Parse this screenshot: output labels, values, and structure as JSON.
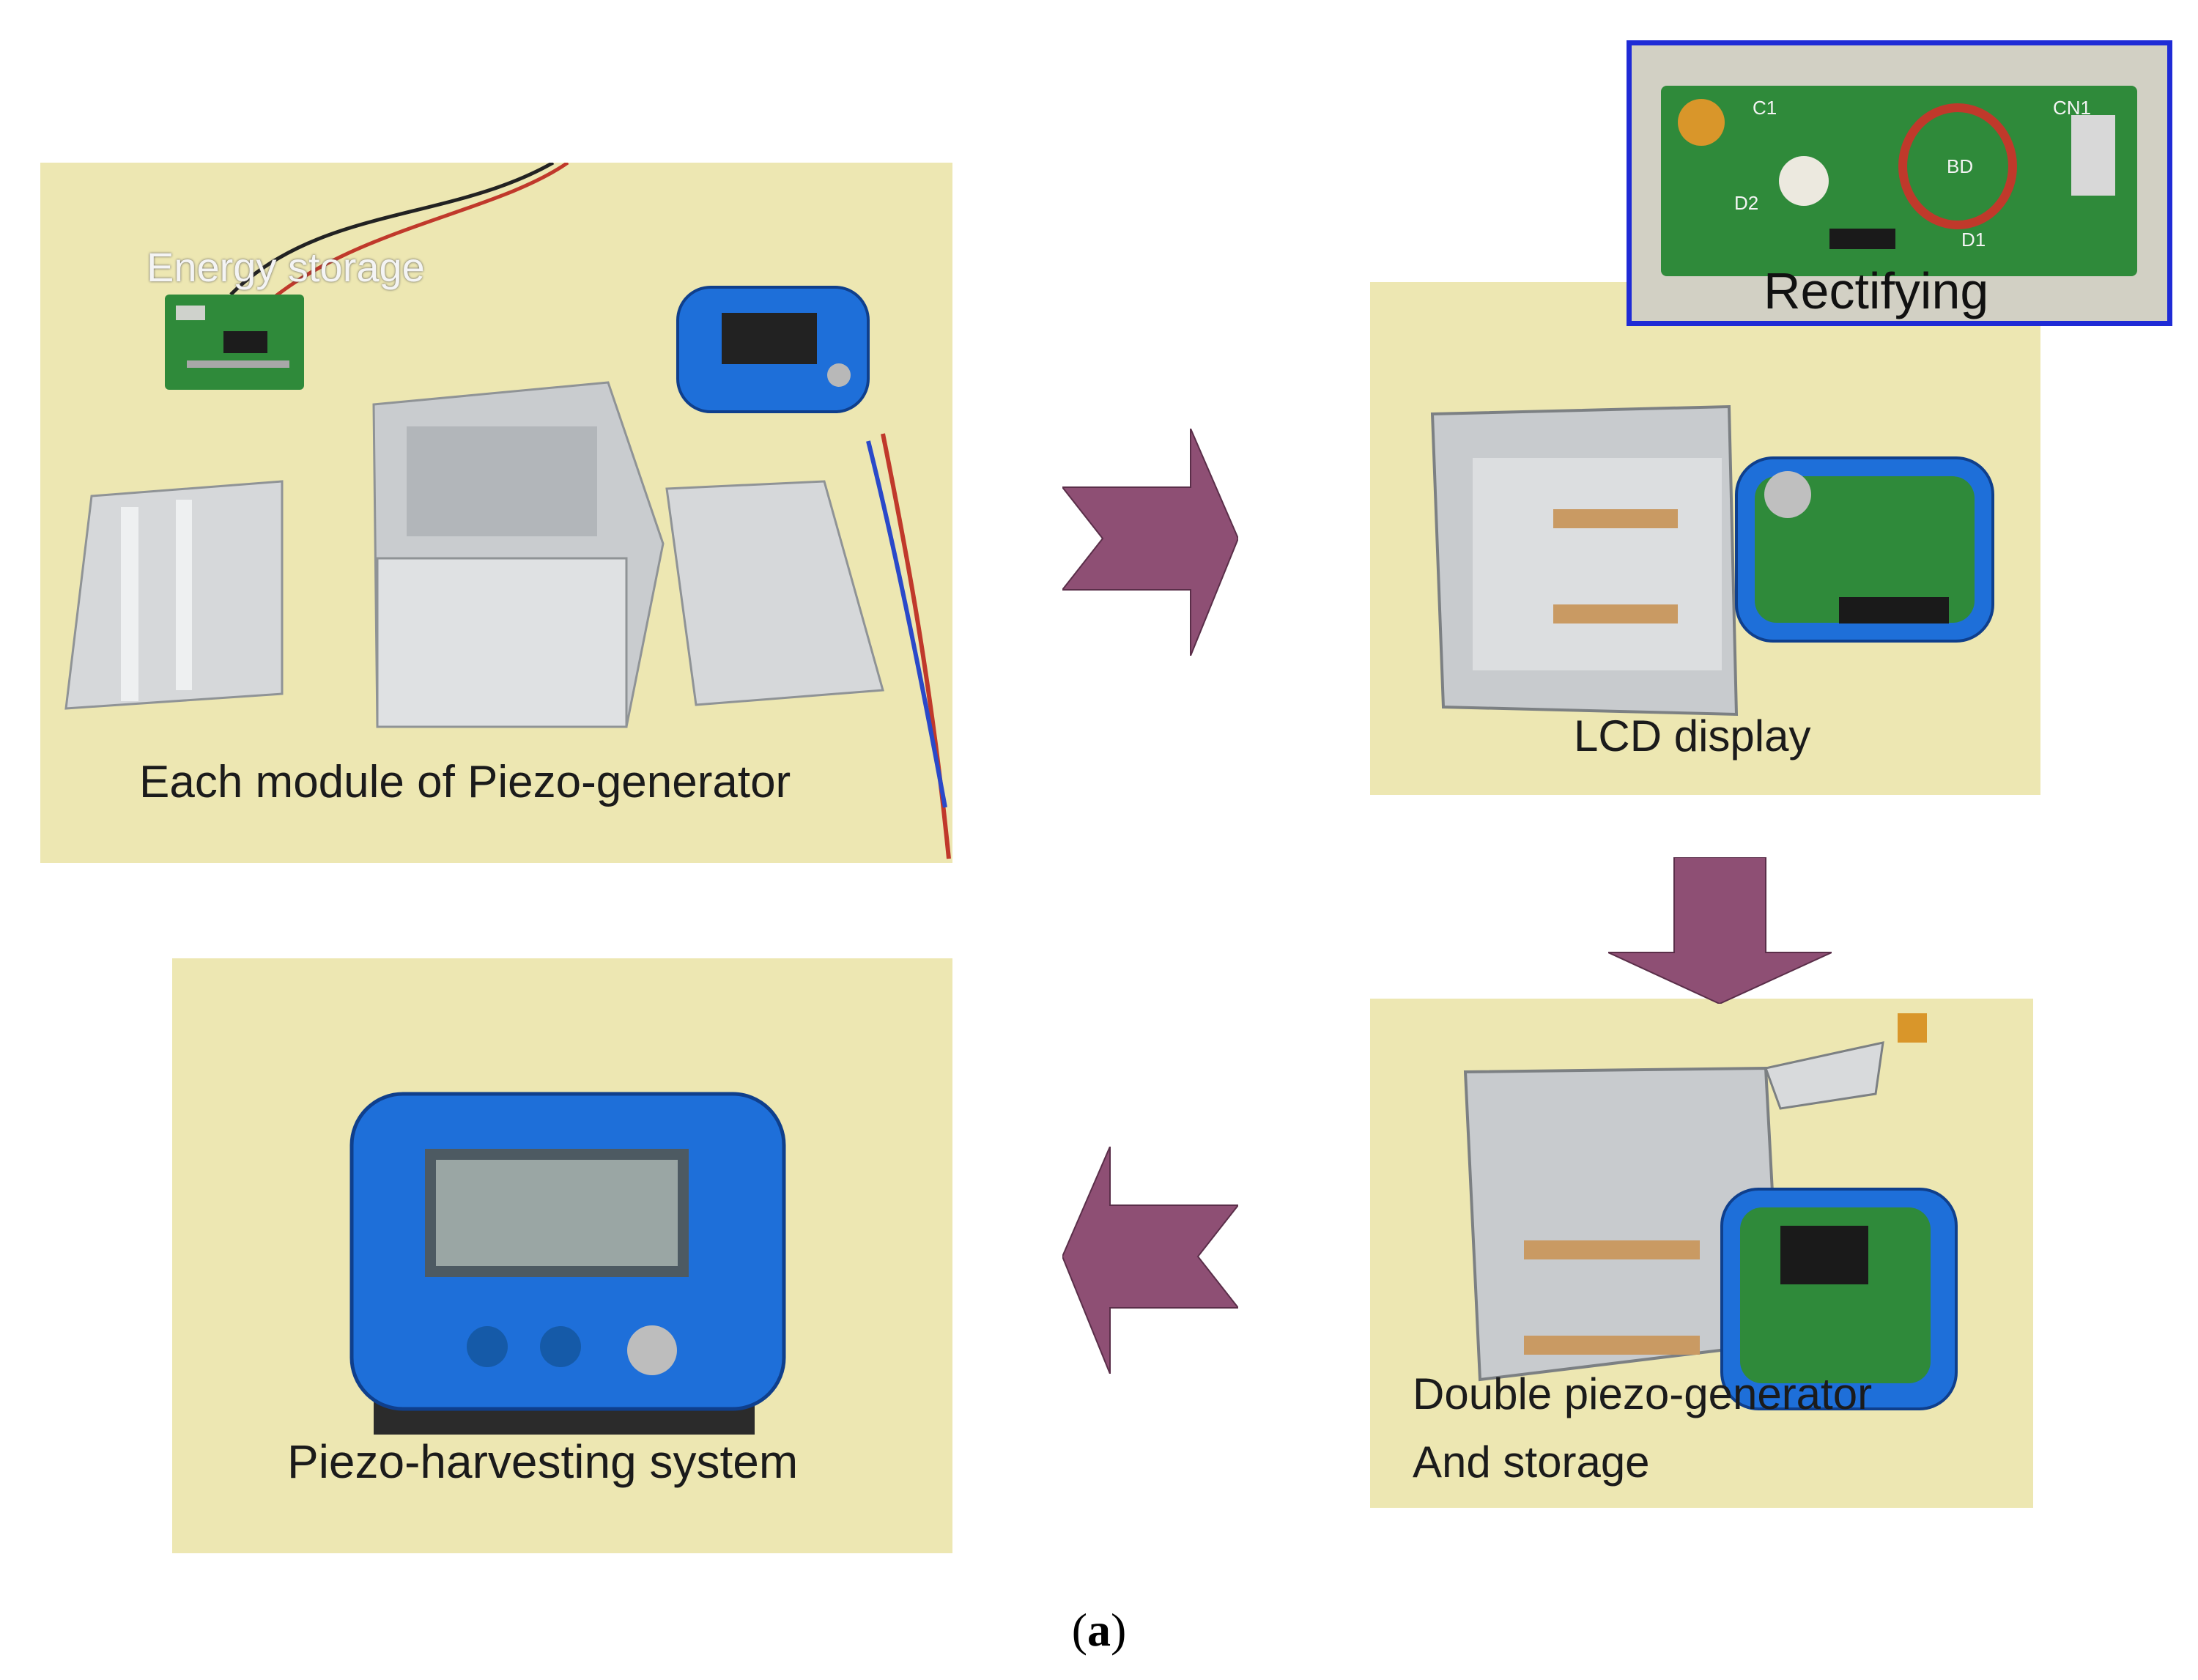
{
  "panels": {
    "modules": {
      "caption": "Each module of Piezo-generator",
      "sub_caption": "Energy storage"
    },
    "assembly": {
      "caption": "LCD display"
    },
    "rectifier": {
      "caption": "Rectifying",
      "pcb_labels": [
        "C1",
        "BD",
        "D1",
        "D2",
        "CN1"
      ]
    },
    "double": {
      "caption_line1": "Double piezo-generator",
      "caption_line2": "And storage"
    },
    "system": {
      "caption": "Piezo-harvesting system"
    }
  },
  "figure_label": {
    "open": "(",
    "letter": "a",
    "close": ")"
  },
  "colors": {
    "arrow_fill": "#8e4f74",
    "highlight_border": "#1f2bd6",
    "pcb_green": "#2f8a3a",
    "background_beige": "#ede7b2"
  },
  "icons": {
    "flow_arrow": "block-arrow"
  }
}
